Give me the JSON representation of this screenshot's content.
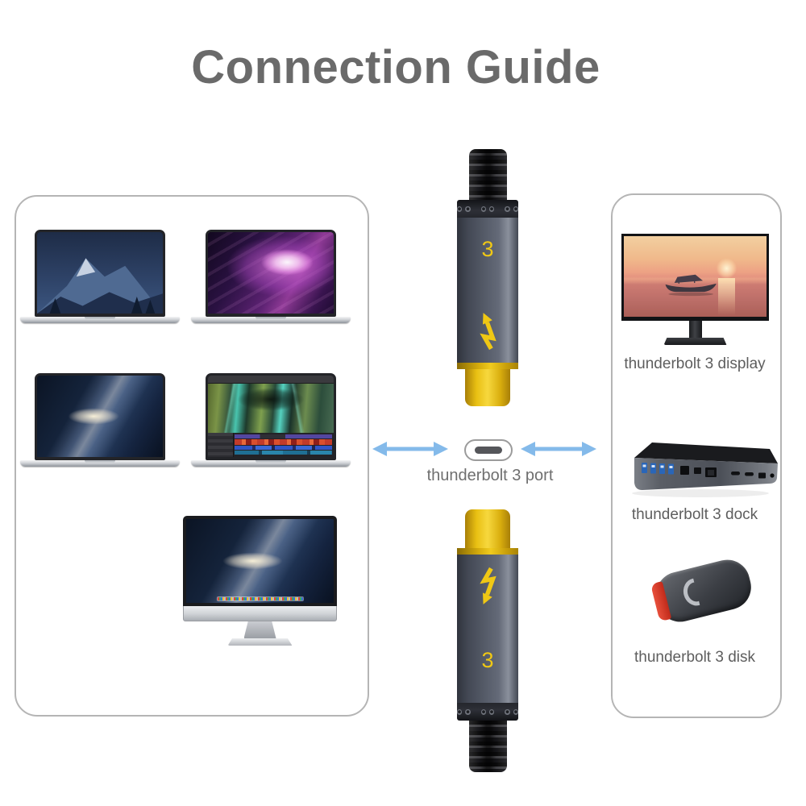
{
  "title": "Connection Guide",
  "colors": {
    "accent_yellow": "#f0c814",
    "arrow_blue": "#84baea",
    "title_gray": "#6a6a6a",
    "label_gray": "#5e5e5e",
    "panel_border": "#b5b5b5"
  },
  "center": {
    "top_connector_number": "3",
    "bottom_connector_number": "3",
    "port_label": "thunderbolt 3 port"
  },
  "left_panel": {
    "devices": [
      {
        "name": "macbook-pro-night-mountain"
      },
      {
        "name": "macbook-pro-purple-aurora"
      },
      {
        "name": "macbook-pro-galaxy"
      },
      {
        "name": "macbook-pro-video-editing"
      },
      {
        "name": "imac-galaxy"
      }
    ]
  },
  "right_panel": {
    "items": [
      {
        "name": "thunderbolt-3-display",
        "label": "thunderbolt 3 display"
      },
      {
        "name": "thunderbolt-3-dock",
        "label": "thunderbolt 3 dock"
      },
      {
        "name": "thunderbolt-3-disk",
        "label": "thunderbolt 3 disk"
      }
    ]
  }
}
